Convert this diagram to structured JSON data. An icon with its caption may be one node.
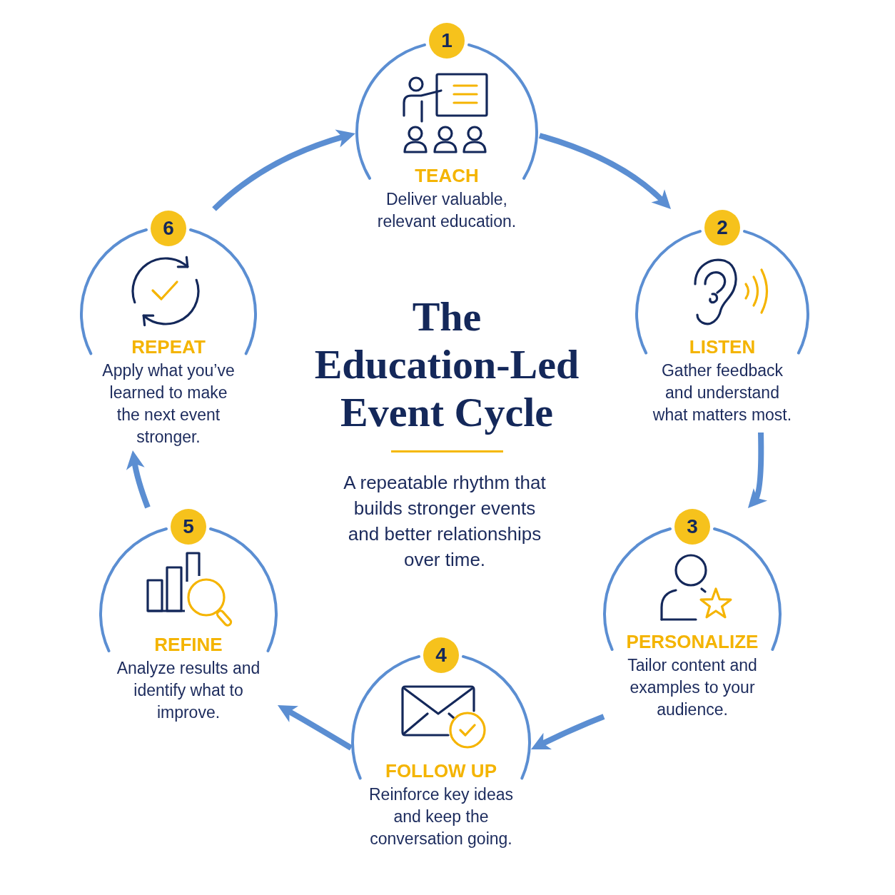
{
  "diagram": {
    "title": "The Education-Led Event Cycle",
    "nodes": [
      {
        "text": [
          "1",
          "TEACH",
          "Deliver valuable, relevant education."
        ]
      },
      {
        "text": [
          "2",
          "LISTEN",
          "Gather feedback and understand what matters most."
        ]
      },
      {
        "text": [
          "3",
          "PERSONALIZE",
          "Tailor content and examples to your audience."
        ]
      },
      {
        "text": [
          "4",
          "FOLLOW UP",
          "Reinforce key ideas and keep the conversation going."
        ]
      },
      {
        "text": [
          "5",
          "REFINE",
          "Analyze results and identify what to improve."
        ]
      },
      {
        "text": [
          "6",
          "REPEAT",
          "Apply what you’ve learned to make the next event stronger."
        ]
      }
    ],
    "edges": [
      {
        "from": 0,
        "to": 1,
        "arrow": "to"
      },
      {
        "from": 1,
        "to": 2,
        "arrow": "to"
      },
      {
        "from": 2,
        "to": 3,
        "arrow": "to"
      },
      {
        "from": 3,
        "to": 4,
        "arrow": "to"
      },
      {
        "from": 4,
        "to": 5,
        "arrow": "to"
      },
      {
        "from": 5,
        "to": 0,
        "arrow": "to"
      }
    ],
    "labels": [
      "A repeatable rhythm that builds stronger events and better relationships over time."
    ]
  }
}
